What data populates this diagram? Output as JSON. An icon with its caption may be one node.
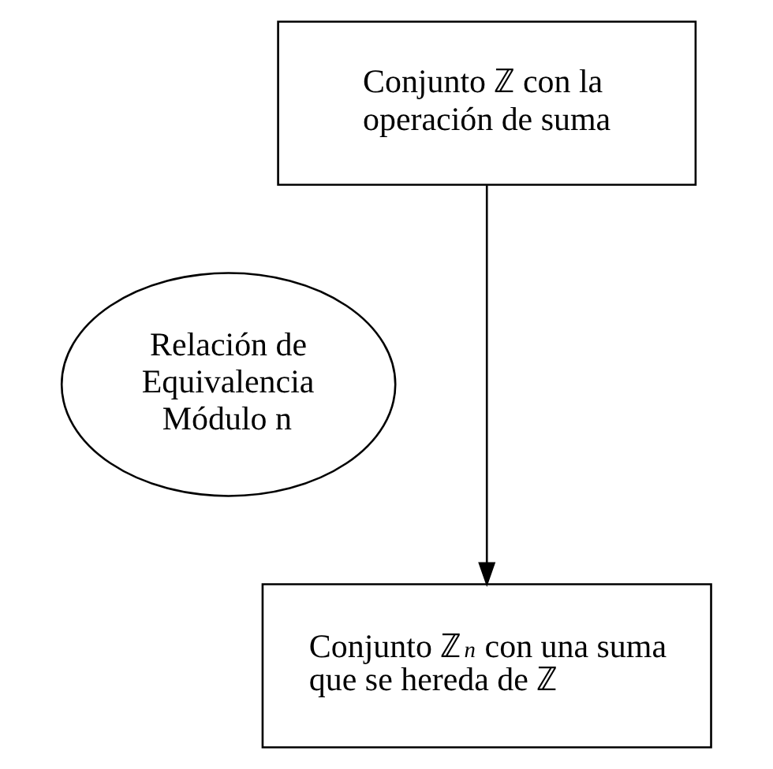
{
  "diagram": {
    "nodes": [
      {
        "text": [
          "Conjunto ℤ con la operación de suma"
        ]
      },
      {
        "text": [
          "Relación de Equivalencia Módulo n"
        ]
      },
      {
        "text": [
          "Conjunto ℤ$_{n}$ con una suma que se hereda de ℤ"
        ]
      }
    ],
    "edges": [
      {
        "from": 0,
        "to": 2,
        "arrow": "to"
      }
    ]
  }
}
